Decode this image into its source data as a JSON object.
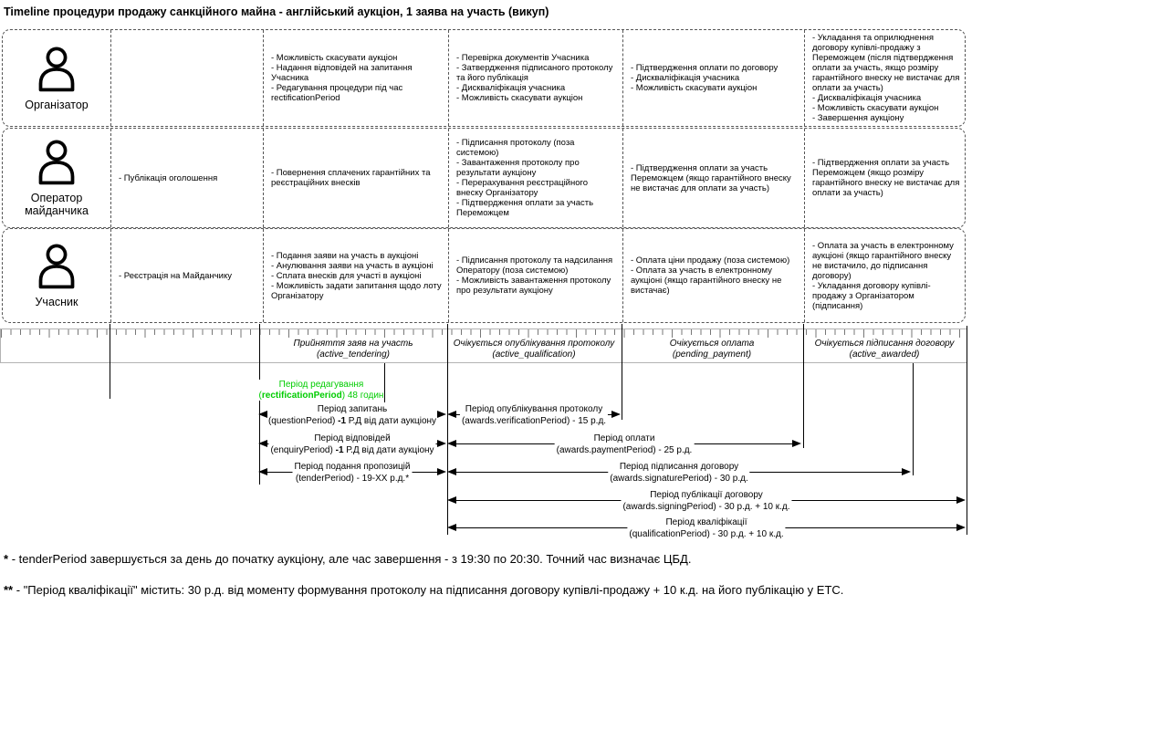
{
  "title": "Timeline процедури продажу санкційного майна - англійський аукціон, 1 заява на участь (викуп)",
  "icons": {
    "actor": "person-icon",
    "arrow_left": "arrow-left-icon",
    "arrow_right": "arrow-right-icon"
  },
  "lanes": [
    {
      "label": "Організатор",
      "cells": [
        [],
        [
          "- Можливість скасувати аукціон",
          "- Надання відповідей на запитання Учасника",
          "- Редагування процедури під час rectificationPeriod"
        ],
        [
          "- Перевірка документів Учасника",
          "- Затвердження підписаного протоколу та його публікація",
          "- Дискваліфікація учасника",
          "- Можливість скасувати аукціон"
        ],
        [
          "- Підтвердження оплати по договору",
          "- Дискваліфікація учасника",
          "- Можливість скасувати аукціон"
        ],
        [
          "- Укладання та оприлюднення договору купівлі-продажу з Переможцем (після підтвердження оплати за участь, якщо розміру гарантійного внеску не вистачає для оплати за участь)",
          "- Дискваліфікація учасника",
          "- Можливість скасувати аукціон",
          "- Завершення аукціону"
        ]
      ]
    },
    {
      "label": "Оператор майданчика",
      "cells": [
        [
          "- Публікація оголошення"
        ],
        [
          "- Повернення сплачених гарантійних та реєстраційних внесків"
        ],
        [
          "- Підписання протоколу (поза системою)",
          "- Завантаження протоколу про результати аукціону",
          "- Перерахування реєстраційного внеску Організатору",
          "- Підтвердження оплати за участь Переможцем"
        ],
        [
          "- Підтвердження оплати за участь Переможцем (якщо гарантійного внеску не вистачає для оплати за участь)"
        ],
        [
          "- Підтвердження оплати за участь Переможцем (якщо розміру гарантійного внеску не вистачає для оплати за участь)"
        ]
      ]
    },
    {
      "label": "Учасник",
      "cells": [
        [
          "- Реєстрація на Майданчику"
        ],
        [
          "- Подання заяви на участь в аукціоні",
          "- Анулювання заяви на участь в аукціоні",
          "- Сплата внесків для участі в аукціоні",
          "- Можливість задати запитання щодо лоту Організатору"
        ],
        [
          "- Підписання протоколу та надсилання Оператору (поза системою)",
          "- Можливість завантаження протоколу про результати аукціону"
        ],
        [
          "- Оплата ціни продажу (поза системою)",
          "- Оплата за участь в електронному аукціоні (якщо гарантійного внеску не вистачає)"
        ],
        [
          "- Оплата за участь в електронному аукціоні (якщо гарантійного внеску не вистачило, до підписання договору)",
          "- Укладання договору купівлі-продажу з Організатором (підписання)"
        ]
      ]
    }
  ],
  "phases": [
    {
      "name": "Прийняття заяв на участь",
      "code": "(active_tendering)"
    },
    {
      "name": "Очікується опублікування протоколу",
      "code": "(active_qualification)"
    },
    {
      "name": "Очікується оплата",
      "code": "(pending_payment)"
    },
    {
      "name": "Очікується підписання договору",
      "code": "(active_awarded)"
    }
  ],
  "rectification": {
    "line1": "Період редагування",
    "line2": [
      {
        "t": "("
      },
      {
        "t": "rectificationPeriod",
        "bold": true
      },
      {
        "t": ") 48 годин"
      }
    ],
    "color": "#00cc00"
  },
  "periods": [
    {
      "id": "questionPeriod",
      "line1": "Період запитань",
      "line2": [
        {
          "t": "(questionPeriod) "
        },
        {
          "t": "-1",
          "bold": true
        },
        {
          "t": " Р.Д від дати аукціону"
        }
      ]
    },
    {
      "id": "awards.verificationPeriod",
      "line1": "Період опублікування протоколу",
      "line2": [
        {
          "t": "(awards.verificationPeriod) - 15 р.д."
        }
      ]
    },
    {
      "id": "enquiryPeriod",
      "line1": "Період відповідей",
      "line2": [
        {
          "t": "(enquiryPeriod) "
        },
        {
          "t": "-1",
          "bold": true
        },
        {
          "t": " Р.Д від дати аукціону"
        }
      ]
    },
    {
      "id": "awards.paymentPeriod",
      "line1": "Період оплати",
      "line2": [
        {
          "t": "(awards.paymentPeriod) - 25 р.д."
        }
      ]
    },
    {
      "id": "tenderPeriod",
      "line1": "Період подання пропозицій",
      "line2": [
        {
          "t": "(tenderPeriod) - 19-XX р.д.*"
        }
      ]
    },
    {
      "id": "awards.signaturePeriod",
      "line1": "Період підписання договору",
      "line2": [
        {
          "t": "(awards.signaturePeriod) - 30 р.д."
        }
      ]
    },
    {
      "id": "awards.signingPeriod",
      "line1": "Період публікації договору",
      "line2": [
        {
          "t": "(awards.signingPeriod) - 30 р.д. + 10 к.д."
        }
      ]
    },
    {
      "id": "qualificationPeriod",
      "line1": "Період кваліфікації",
      "line2": [
        {
          "t": "(qualificationPeriod) - 30 р.д. + 10 к.д."
        }
      ]
    }
  ],
  "footnotes": [
    {
      "marker": "*",
      "text": "- tenderPeriod завершується за день до початку аукціону, але час завершення - з 19:30 по 20:30. Точний час визначає ЦБД."
    },
    {
      "marker": "**",
      "text": "- \"Період кваліфікації\" містить: 30 р.д. від моменту формування протоколу на підписання договору купівлі-продажу + 10 к.д. на його публікацію у ЕТС."
    }
  ]
}
